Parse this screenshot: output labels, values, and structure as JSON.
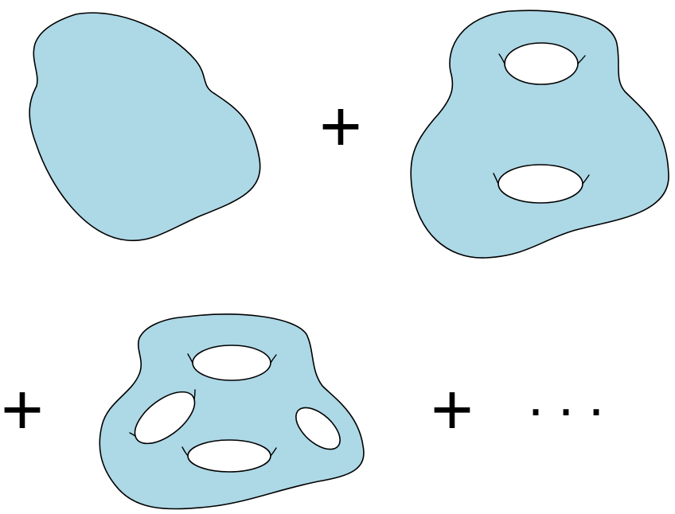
{
  "diagram": {
    "fill_color": "#add8e6",
    "stroke_color": "#000000",
    "surfaces": [
      {
        "name": "genus-0-surface",
        "genus": 0
      },
      {
        "name": "genus-2-surface",
        "genus": 2
      },
      {
        "name": "genus-4-surface",
        "genus": 4
      }
    ],
    "operators": [
      "+",
      "+",
      "+"
    ],
    "ellipsis": "..."
  }
}
